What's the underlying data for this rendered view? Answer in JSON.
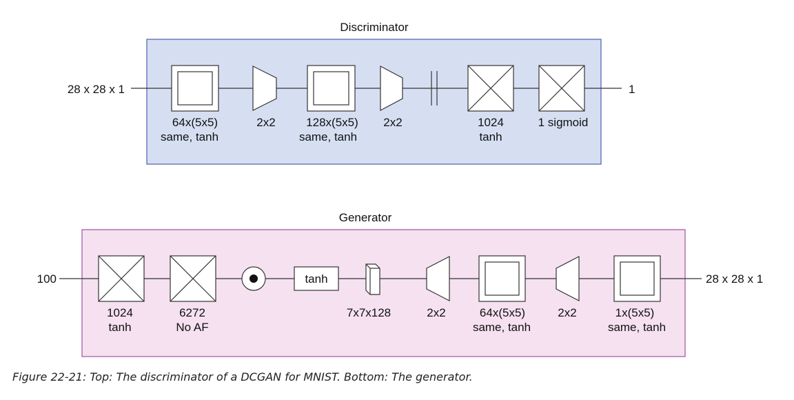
{
  "colors": {
    "discriminator_fill": "#d6dff2",
    "discriminator_border": "#4a5fb0",
    "generator_fill": "#f5e1ef",
    "generator_border": "#a04fa0"
  },
  "discriminator": {
    "title": "Discriminator",
    "input_label": "28 x 28 x 1",
    "output_label": "1",
    "blocks": [
      {
        "kind": "conv",
        "lines": [
          "64x(5x5)",
          "same, tanh"
        ]
      },
      {
        "kind": "pool",
        "lines": [
          "2x2"
        ]
      },
      {
        "kind": "conv",
        "lines": [
          "128x(5x5)",
          "same, tanh"
        ]
      },
      {
        "kind": "pool",
        "lines": [
          "2x2"
        ]
      },
      {
        "kind": "flatten",
        "lines": []
      },
      {
        "kind": "dense",
        "lines": [
          "1024",
          "tanh"
        ]
      },
      {
        "kind": "dense",
        "lines": [
          "1 sigmoid"
        ]
      }
    ]
  },
  "generator": {
    "title": "Generator",
    "input_label": "100",
    "output_label": "28 x 28 x 1",
    "blocks": [
      {
        "kind": "dense",
        "lines": [
          "1024",
          "tanh"
        ]
      },
      {
        "kind": "dense",
        "lines": [
          "6272",
          "No AF"
        ]
      },
      {
        "kind": "batchnorm",
        "lines": []
      },
      {
        "kind": "activation",
        "text": "tanh",
        "lines": []
      },
      {
        "kind": "reshape",
        "lines": [
          "7x7x128"
        ]
      },
      {
        "kind": "upsample",
        "lines": [
          "2x2"
        ]
      },
      {
        "kind": "conv",
        "lines": [
          "64x(5x5)",
          "same, tanh"
        ]
      },
      {
        "kind": "upsample",
        "lines": [
          "2x2"
        ]
      },
      {
        "kind": "conv",
        "lines": [
          "1x(5x5)",
          "same, tanh"
        ]
      }
    ]
  },
  "caption": "Figure 22-21: Top: The discriminator of a DCGAN for MNIST. Bottom: The generator."
}
